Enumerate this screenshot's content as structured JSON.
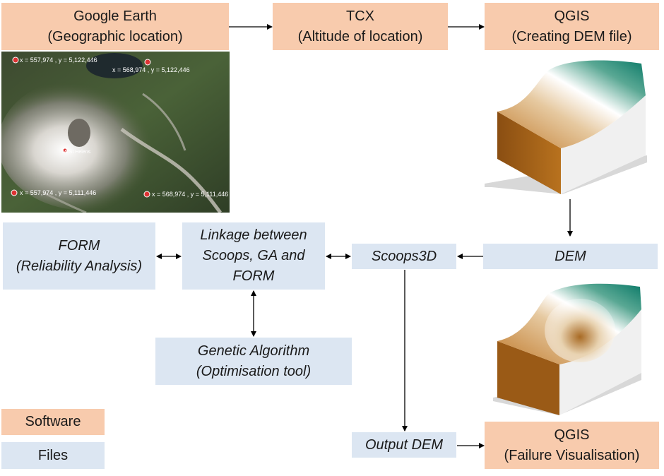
{
  "nodes": {
    "google_earth": {
      "line1": "Google Earth",
      "line2": "(Geographic location)"
    },
    "tcx": {
      "line1": "TCX",
      "line2": "(Altitude of location)"
    },
    "qgis_dem": {
      "line1": "QGIS",
      "line2": "(Creating DEM file)"
    },
    "form": {
      "line1": "FORM",
      "line2": "(Reliability Analysis)"
    },
    "linkage": {
      "line1": "Linkage between",
      "line2": "Scoops, GA and",
      "line3": "FORM"
    },
    "scoops": {
      "line1": "Scoops3D"
    },
    "dem": {
      "line1": "DEM"
    },
    "ga": {
      "line1": "Genetic Algorithm",
      "line2": "(Optimisation tool)"
    },
    "output_dem": {
      "line1": "Output DEM"
    },
    "qgis_fail": {
      "line1": "QGIS",
      "line2": "(Failure Visualisation)"
    }
  },
  "legend": {
    "software": "Software",
    "files": "Files"
  },
  "satellite_markers": {
    "m1": "x = 557,974 , y = 5,122,446",
    "m2": "x = 568,974 , y = 5,122,446",
    "m3": "x = 557,974 , y = 5,111,446",
    "m4": "x = 568,974 , y = 5,111,446",
    "center": "Mt St Helens"
  },
  "colors": {
    "software": "#f8cbad",
    "files": "#dce6f2"
  }
}
